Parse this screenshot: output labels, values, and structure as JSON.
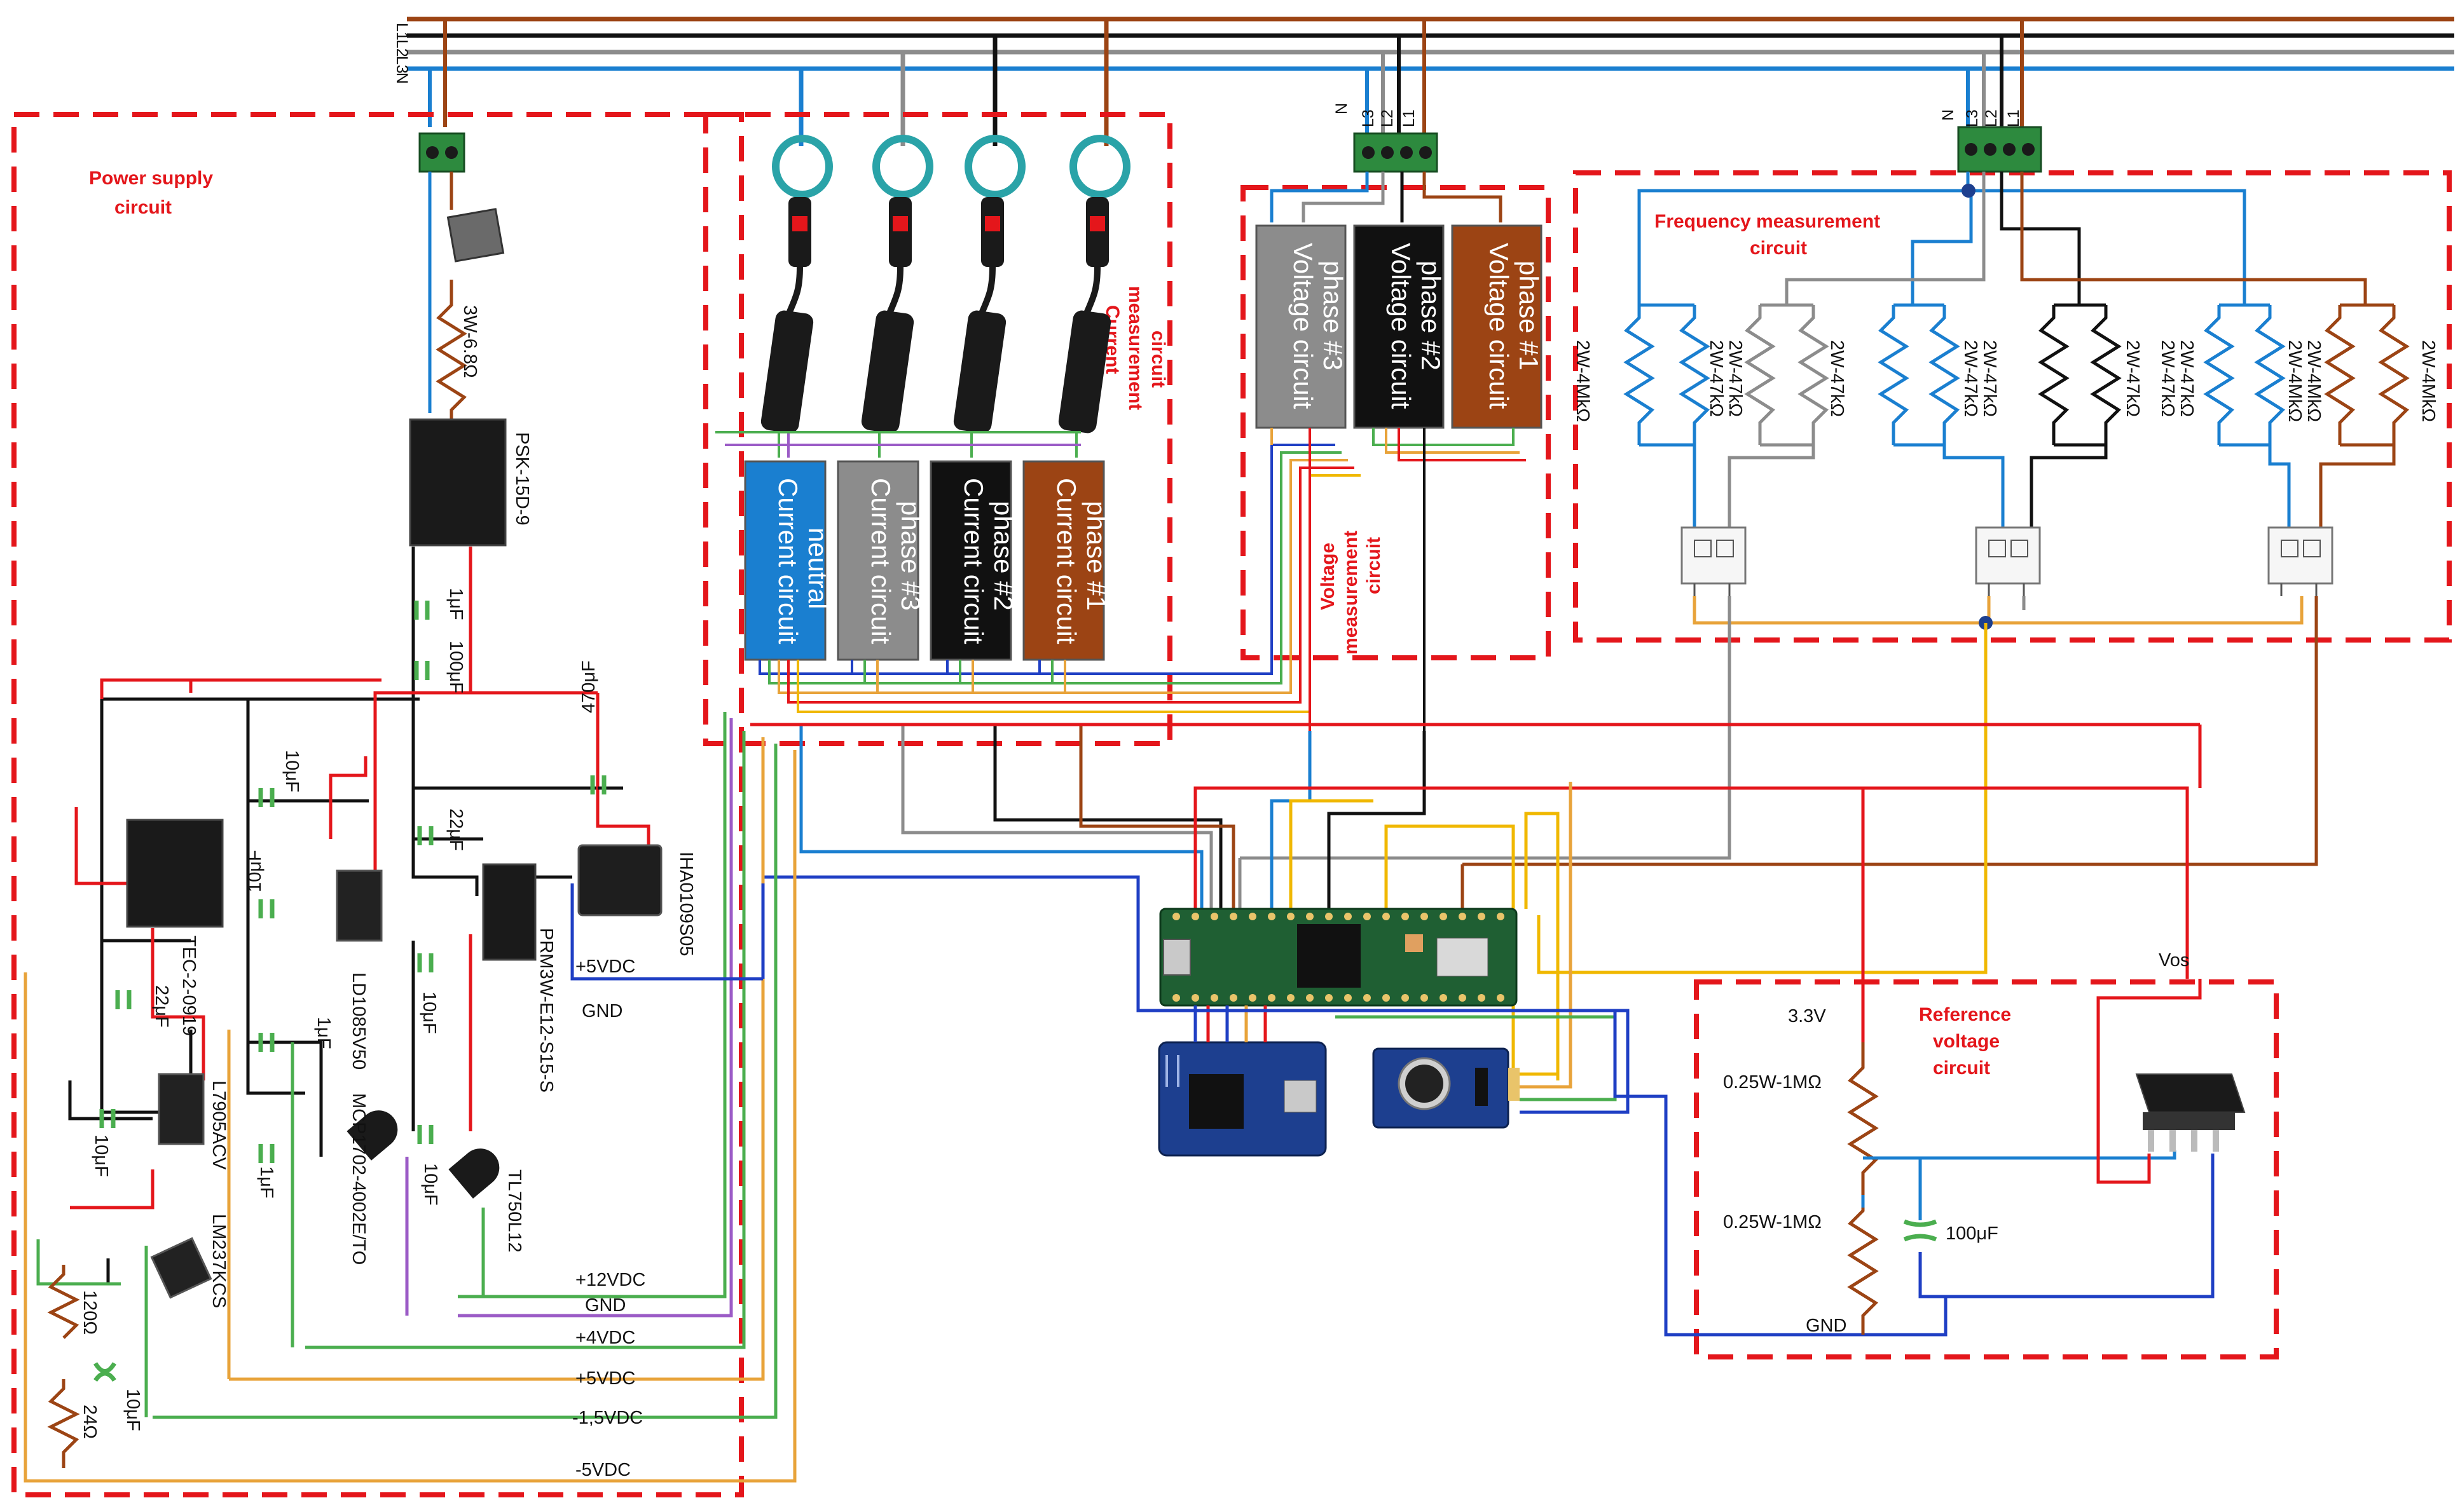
{
  "colors": {
    "neutral": "#1a7fd0",
    "phase3": "#8c8c8c",
    "phase2": "#111111",
    "phase1": "#9c4414",
    "section_border": "#e4161b",
    "wire_red": "#e4161b",
    "wire_orange": "#e8a33a",
    "wire_green": "#4bae4f",
    "wire_purple": "#9b5bc6",
    "wire_blue": "#1f3fc4",
    "wire_yellow": "#f0b800",
    "teal": "#2aa3a8",
    "pcb_green": "#1f5f33",
    "pcb_blue": "#1d3f8f"
  },
  "bus_labels": [
    "L1",
    "L2",
    "L3",
    "N"
  ],
  "terminal_labels": [
    "N",
    "L3",
    "L2",
    "L1"
  ],
  "sections": {
    "power": [
      "Power supply",
      "circuit"
    ],
    "current": [
      "Current",
      "measurement",
      "circuit"
    ],
    "voltage": [
      "Voltage",
      "measurement",
      "circuit"
    ],
    "frequency": [
      "Frequency measurement",
      "circuit"
    ],
    "reference": [
      "Reference",
      "voltage",
      "circuit"
    ]
  },
  "current_boxes": [
    {
      "lines": [
        "Current circuit",
        "neutral"
      ],
      "color": "#1a7fd0"
    },
    {
      "lines": [
        "Current circuit",
        "phase #3"
      ],
      "color": "#8c8c8c"
    },
    {
      "lines": [
        "Current circuit",
        "phase #2"
      ],
      "color": "#111111"
    },
    {
      "lines": [
        "Current circuit",
        "phase #1"
      ],
      "color": "#9c4414"
    }
  ],
  "voltage_boxes": [
    {
      "lines": [
        "Voltage circuit",
        "phase #3"
      ],
      "color": "#8c8c8c"
    },
    {
      "lines": [
        "Voltage circuit",
        "phase #2"
      ],
      "color": "#111111"
    },
    {
      "lines": [
        "Voltage circuit",
        "phase #1"
      ],
      "color": "#9c4414"
    }
  ],
  "power_labels": {
    "resistor": "3W-6.8Ω",
    "psk": "PSK-15D-9",
    "c1": "1μF",
    "c2": "100μF",
    "c470": "470μF",
    "iha": "IHA0109S05",
    "plus5_local": "+5VDC",
    "gnd_local": "GND",
    "c10a": "10μF",
    "c22a": "22μF",
    "tec": "TEC-2-0919",
    "c22b": "22μF",
    "l7905": "L7905ACV",
    "c10b": "10μF",
    "c10c": "10μF",
    "ld": "LD1085V50",
    "c1b": "1μF",
    "c1c": "1μF",
    "mcp": "MCP1702-4002E/TO",
    "prm": "PRM3W-E12-S15-S",
    "c10d": "10μF",
    "c10e": "10μF",
    "tl": "TL750L12",
    "lm": "LM237KCS",
    "r120": "120Ω",
    "r24": "24Ω",
    "c10f": "10μF"
  },
  "rails": [
    "+12VDC",
    "GND",
    "+4VDC",
    "+5VDC",
    "-1,5VDC",
    "-5VDC"
  ],
  "freq_resistors": [
    "2W-4MkΩ",
    "2W-47kΩ",
    "2W-47kΩ",
    "2W-47kΩ",
    "2W-47kΩ",
    "2W-47kΩ",
    "2W-47kΩ",
    "2W-47kΩ",
    "2W-47kΩ",
    "2W-4MkΩ",
    "2W-4MkΩ",
    "2W-4MkΩ"
  ],
  "reference": {
    "v33": "3.3V",
    "r1": "0.25W-1MΩ",
    "r2": "0.25W-1MΩ",
    "cap": "100μF",
    "gnd": "GND",
    "vos": "Vos"
  }
}
